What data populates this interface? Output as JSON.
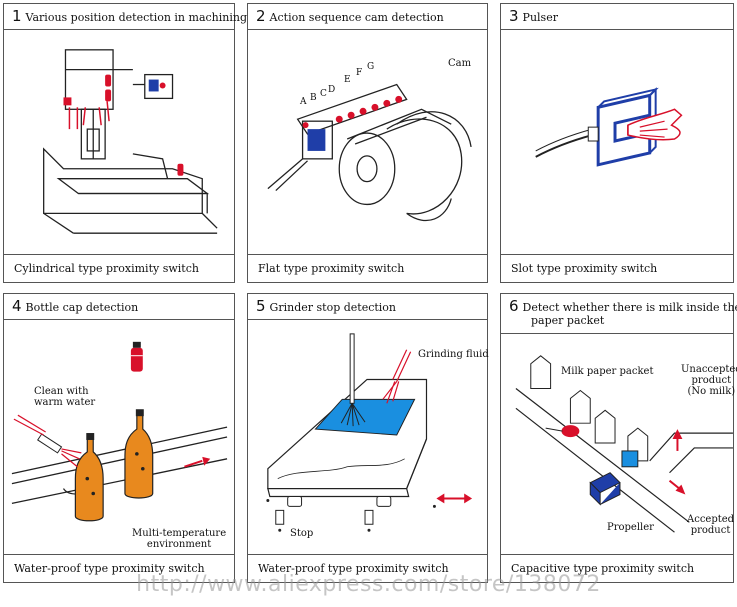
{
  "panels": [
    {
      "number": "1",
      "title": "Various position detection in machining centre",
      "caption": "Cylindrical type proximity switch"
    },
    {
      "number": "2",
      "title": "Action sequence cam detection",
      "caption": "Flat type proximity switch",
      "labels": {
        "cam": "Cam",
        "letters": [
          "A",
          "B",
          "C",
          "D",
          "E",
          "F",
          "G"
        ]
      }
    },
    {
      "number": "3",
      "title": "Pulser",
      "caption": "Slot type proximity switch"
    },
    {
      "number": "4",
      "title": "Bottle cap detection",
      "caption": "Water-proof type proximity switch",
      "labels": {
        "clean_line1": "Clean with",
        "clean_line2": "warm water",
        "multi_line1": "Multi-temperature",
        "multi_line2": "environment"
      }
    },
    {
      "number": "5",
      "title": "Grinder stop detection",
      "caption": "Water-proof type proximity switch",
      "labels": {
        "grinding": "Grinding fluid",
        "stop": "Stop"
      }
    },
    {
      "number": "6",
      "title_line1": "Detect whether there is milk inside the",
      "title_line2": "paper packet",
      "caption": "Capacitive type proximity switch",
      "labels": {
        "milk": "Milk paper packet",
        "unaccepted_line1": "Unaccepted",
        "unaccepted_line2": "product",
        "unaccepted_line3": "(No milk)",
        "propeller": "Propeller",
        "accepted_line1": "Accepted",
        "accepted_line2": "product"
      }
    }
  ],
  "watermark": "http://www.aliexpress.com/store/138072",
  "colors": {
    "sensor_red": "#d8102a",
    "sensor_blue": "#1f3ea8",
    "water_blue": "#1a8fe0",
    "bottle_orange": "#e8891e"
  }
}
